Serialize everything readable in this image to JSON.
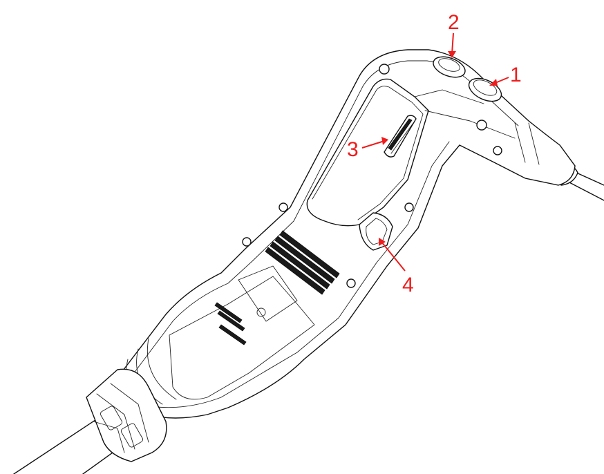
{
  "diagram": {
    "colors": {
      "callout": "#ee1c1c",
      "outline": "#111111",
      "background": "#ffffff"
    },
    "callouts": [
      {
        "number": "1",
        "part": "top-button-right"
      },
      {
        "number": "2",
        "part": "top-button-left"
      },
      {
        "number": "3",
        "part": "side-slider"
      },
      {
        "number": "4",
        "part": "trigger-button"
      }
    ]
  }
}
